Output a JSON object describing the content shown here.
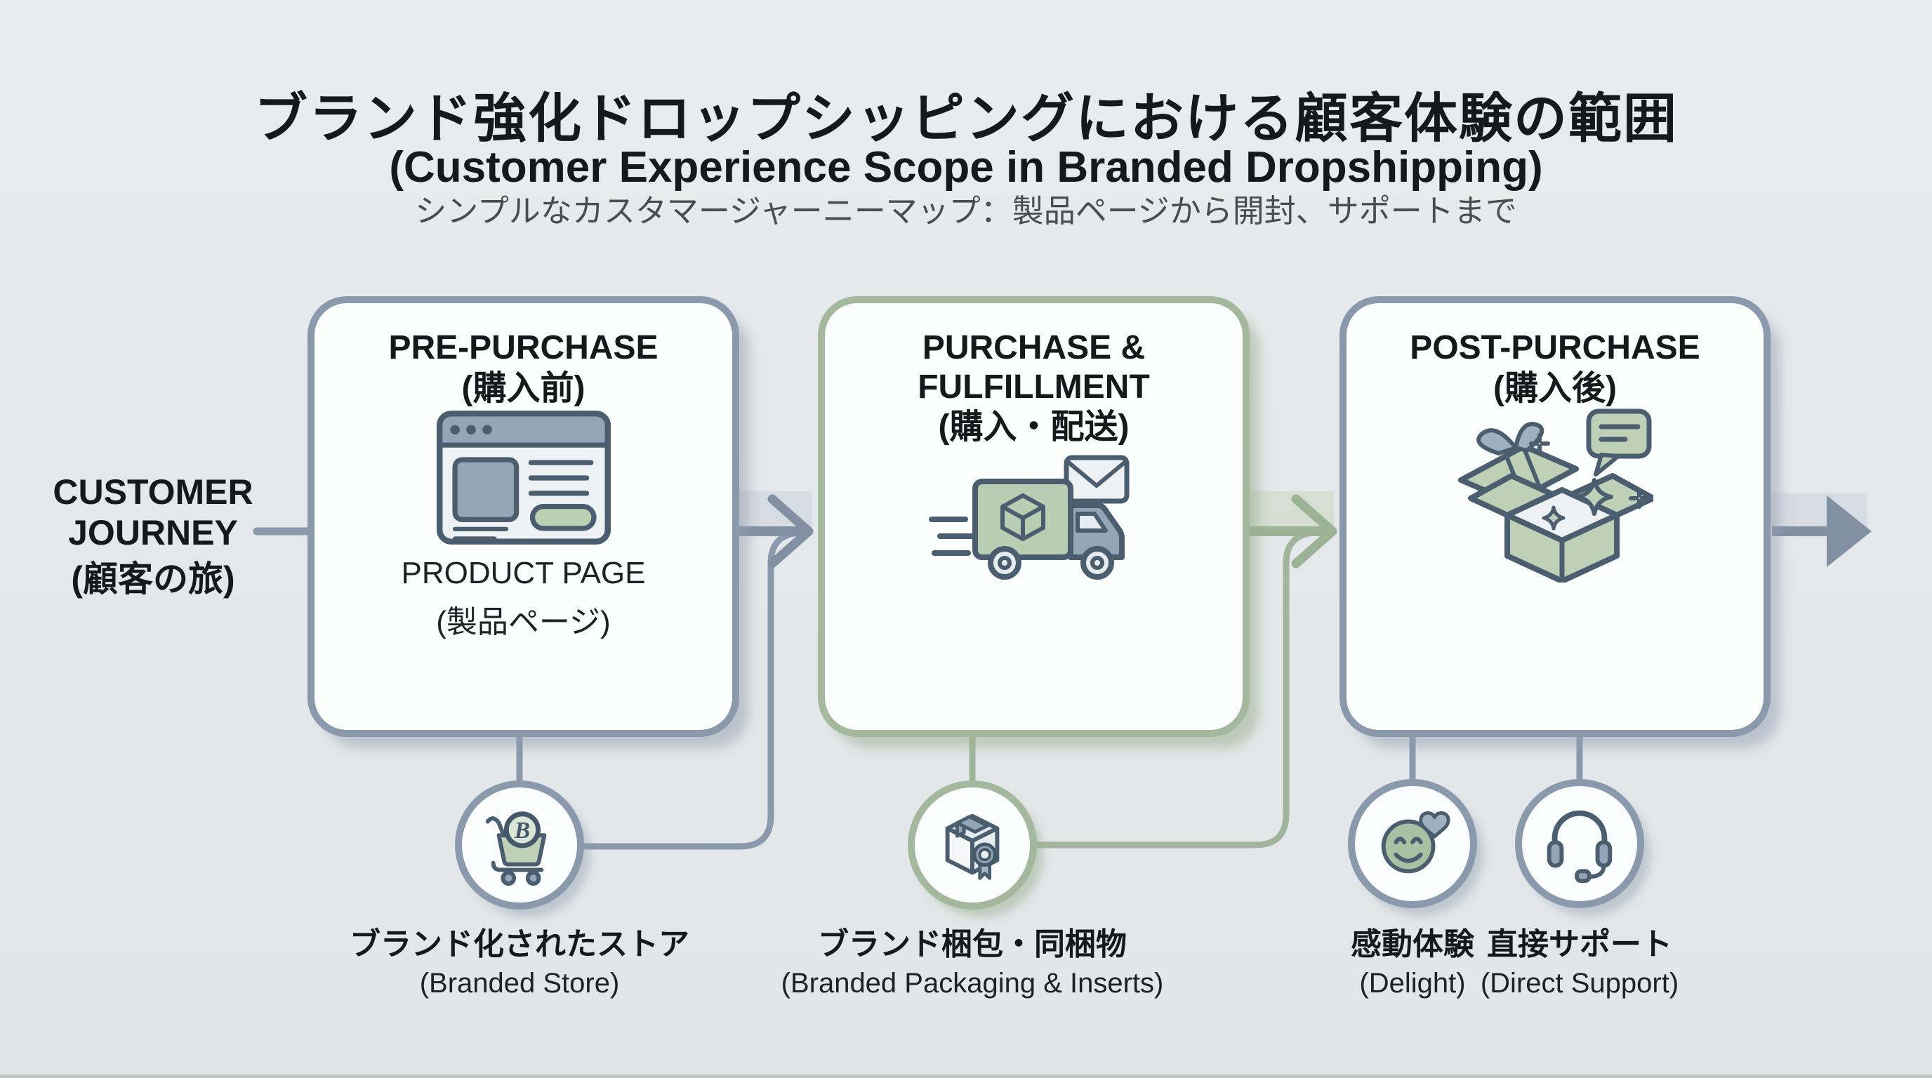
{
  "header": {
    "title_jp": "ブランド強化ドロップシッピングにおける顧客体験の範囲",
    "title_en": "(Customer Experience Scope in Branded Dropshipping)",
    "subtitle": "シンプルなカスタマージャーニーマップ：製品ページから開封、サポートまで"
  },
  "journey": {
    "label_en": "CUSTOMER JOURNEY",
    "label_jp": "(顧客の旅)"
  },
  "stages": [
    {
      "title_en": "PRE-PURCHASE",
      "title_jp": "(購入前)",
      "caption_en": "PRODUCT PAGE",
      "caption_jp": "(製品ページ)",
      "icon": "browser-product-page-icon"
    },
    {
      "title_en": "PURCHASE & FULFILLMENT",
      "title_jp": "(購入・配送)",
      "icon": "delivery-truck-icon"
    },
    {
      "title_en": "POST-PURCHASE",
      "title_jp": "(購入後)",
      "icon": "gift-unboxing-icon"
    }
  ],
  "touchpoints": [
    {
      "label_jp": "ブランド化されたストア",
      "label_en": "(Branded Store)",
      "icon": "branded-cart-icon",
      "badge_letter": "B"
    },
    {
      "label_jp": "ブランド梱包・同梱物",
      "label_en": "(Branded Packaging & Inserts)",
      "icon": "package-seal-icon"
    },
    {
      "label_jp": "感動体験",
      "label_en": "(Delight)",
      "icon": "smiley-heart-icon"
    },
    {
      "label_jp": "直接サポート",
      "label_en": "(Direct Support)",
      "icon": "headset-icon"
    }
  ],
  "colors": {
    "background": "#e5e8eb",
    "card_background": "#fcfdfd",
    "accent_blue": "#8a99ab",
    "accent_green": "#a3b89c",
    "arrow_blue": "#8290a3",
    "arrow_green": "#9cb295",
    "icon_stroke": "#4a5e6f",
    "icon_blue_fill": "#93a5b7",
    "icon_green_fill": "#bed1b7",
    "title_text": "#17181a",
    "subtitle_text": "#494c51"
  }
}
